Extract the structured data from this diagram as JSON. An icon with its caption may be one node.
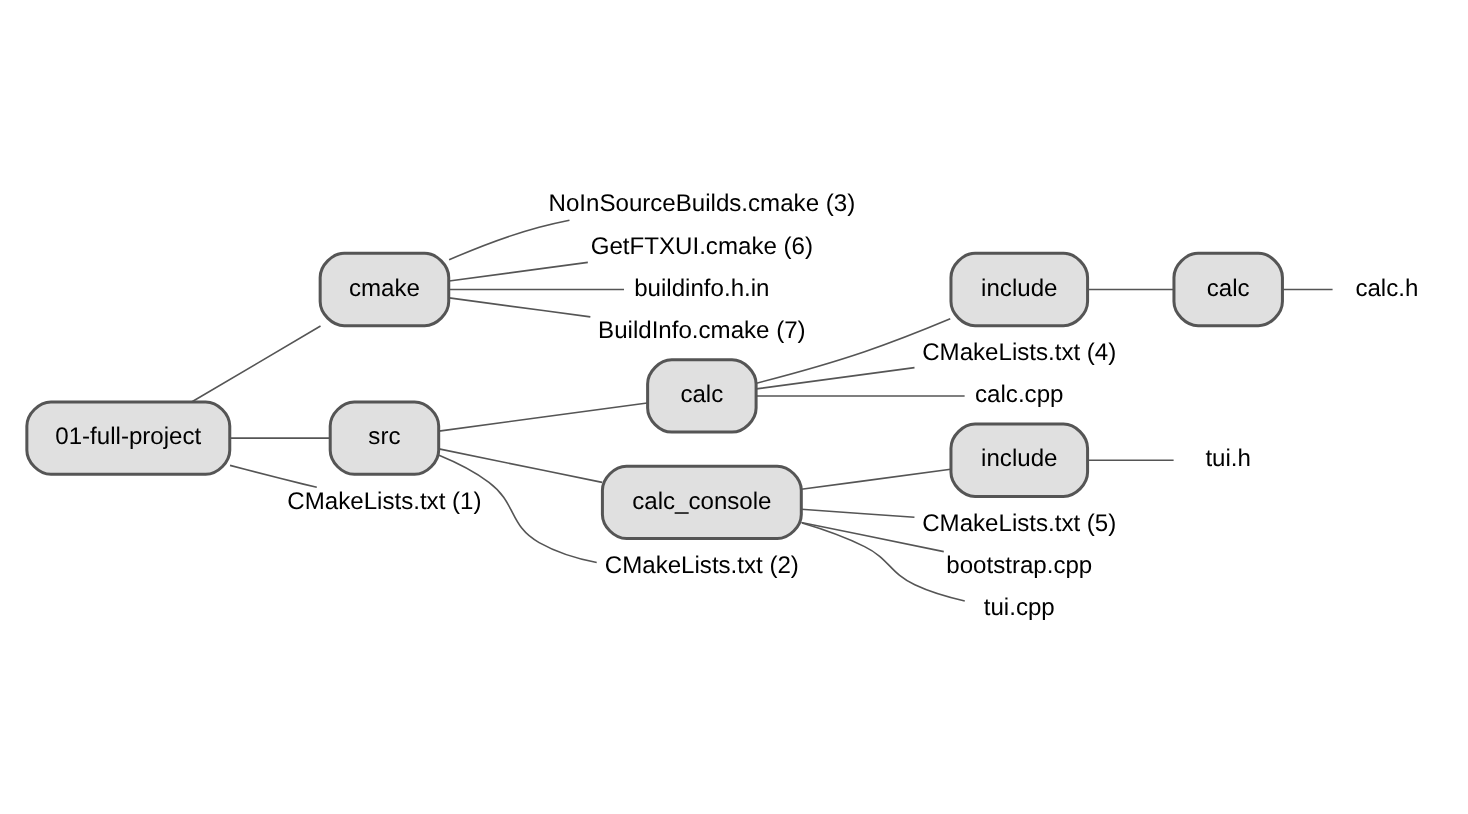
{
  "diagram": {
    "nodes": [
      {
        "text": [
          "01-full-project"
        ]
      },
      {
        "text": [
          "cmake"
        ]
      },
      {
        "text": [
          "NoInSourceBuilds.cmake (3)"
        ]
      },
      {
        "text": [
          "GetFTXUI.cmake (6)"
        ]
      },
      {
        "text": [
          "buildinfo.h.in"
        ]
      },
      {
        "text": [
          "BuildInfo.cmake (7)"
        ]
      },
      {
        "text": [
          "src"
        ]
      },
      {
        "text": [
          "calc"
        ]
      },
      {
        "text": [
          "include"
        ]
      },
      {
        "text": [
          "calc"
        ]
      },
      {
        "text": [
          "calc.h"
        ]
      },
      {
        "text": [
          "CMakeLists.txt (4)"
        ]
      },
      {
        "text": [
          "calc.cpp"
        ]
      },
      {
        "text": [
          "calc_console"
        ]
      },
      {
        "text": [
          "include"
        ]
      },
      {
        "text": [
          "tui.h"
        ]
      },
      {
        "text": [
          "CMakeLists.txt (5)"
        ]
      },
      {
        "text": [
          "bootstrap.cpp"
        ]
      },
      {
        "text": [
          "tui.cpp"
        ]
      },
      {
        "text": [
          "CMakeLists.txt (2)"
        ]
      },
      {
        "text": [
          "CMakeLists.txt (1)"
        ]
      }
    ],
    "edges": [
      {
        "from": 0,
        "to": 1,
        "arrow": "none"
      },
      {
        "from": 1,
        "to": 2,
        "arrow": "none"
      },
      {
        "from": 1,
        "to": 3,
        "arrow": "none"
      },
      {
        "from": 1,
        "to": 4,
        "arrow": "none"
      },
      {
        "from": 1,
        "to": 5,
        "arrow": "none"
      },
      {
        "from": 0,
        "to": 6,
        "arrow": "none"
      },
      {
        "from": 6,
        "to": 7,
        "arrow": "none"
      },
      {
        "from": 7,
        "to": 8,
        "arrow": "none"
      },
      {
        "from": 8,
        "to": 9,
        "arrow": "none"
      },
      {
        "from": 9,
        "to": 10,
        "arrow": "none"
      },
      {
        "from": 7,
        "to": 11,
        "arrow": "none"
      },
      {
        "from": 7,
        "to": 12,
        "arrow": "none"
      },
      {
        "from": 6,
        "to": 13,
        "arrow": "none"
      },
      {
        "from": 13,
        "to": 14,
        "arrow": "none"
      },
      {
        "from": 14,
        "to": 15,
        "arrow": "none"
      },
      {
        "from": 13,
        "to": 16,
        "arrow": "none"
      },
      {
        "from": 13,
        "to": 17,
        "arrow": "none"
      },
      {
        "from": 13,
        "to": 18,
        "arrow": "none"
      },
      {
        "from": 6,
        "to": 19,
        "arrow": "none"
      },
      {
        "from": 0,
        "to": 20,
        "arrow": "none"
      }
    ]
  }
}
